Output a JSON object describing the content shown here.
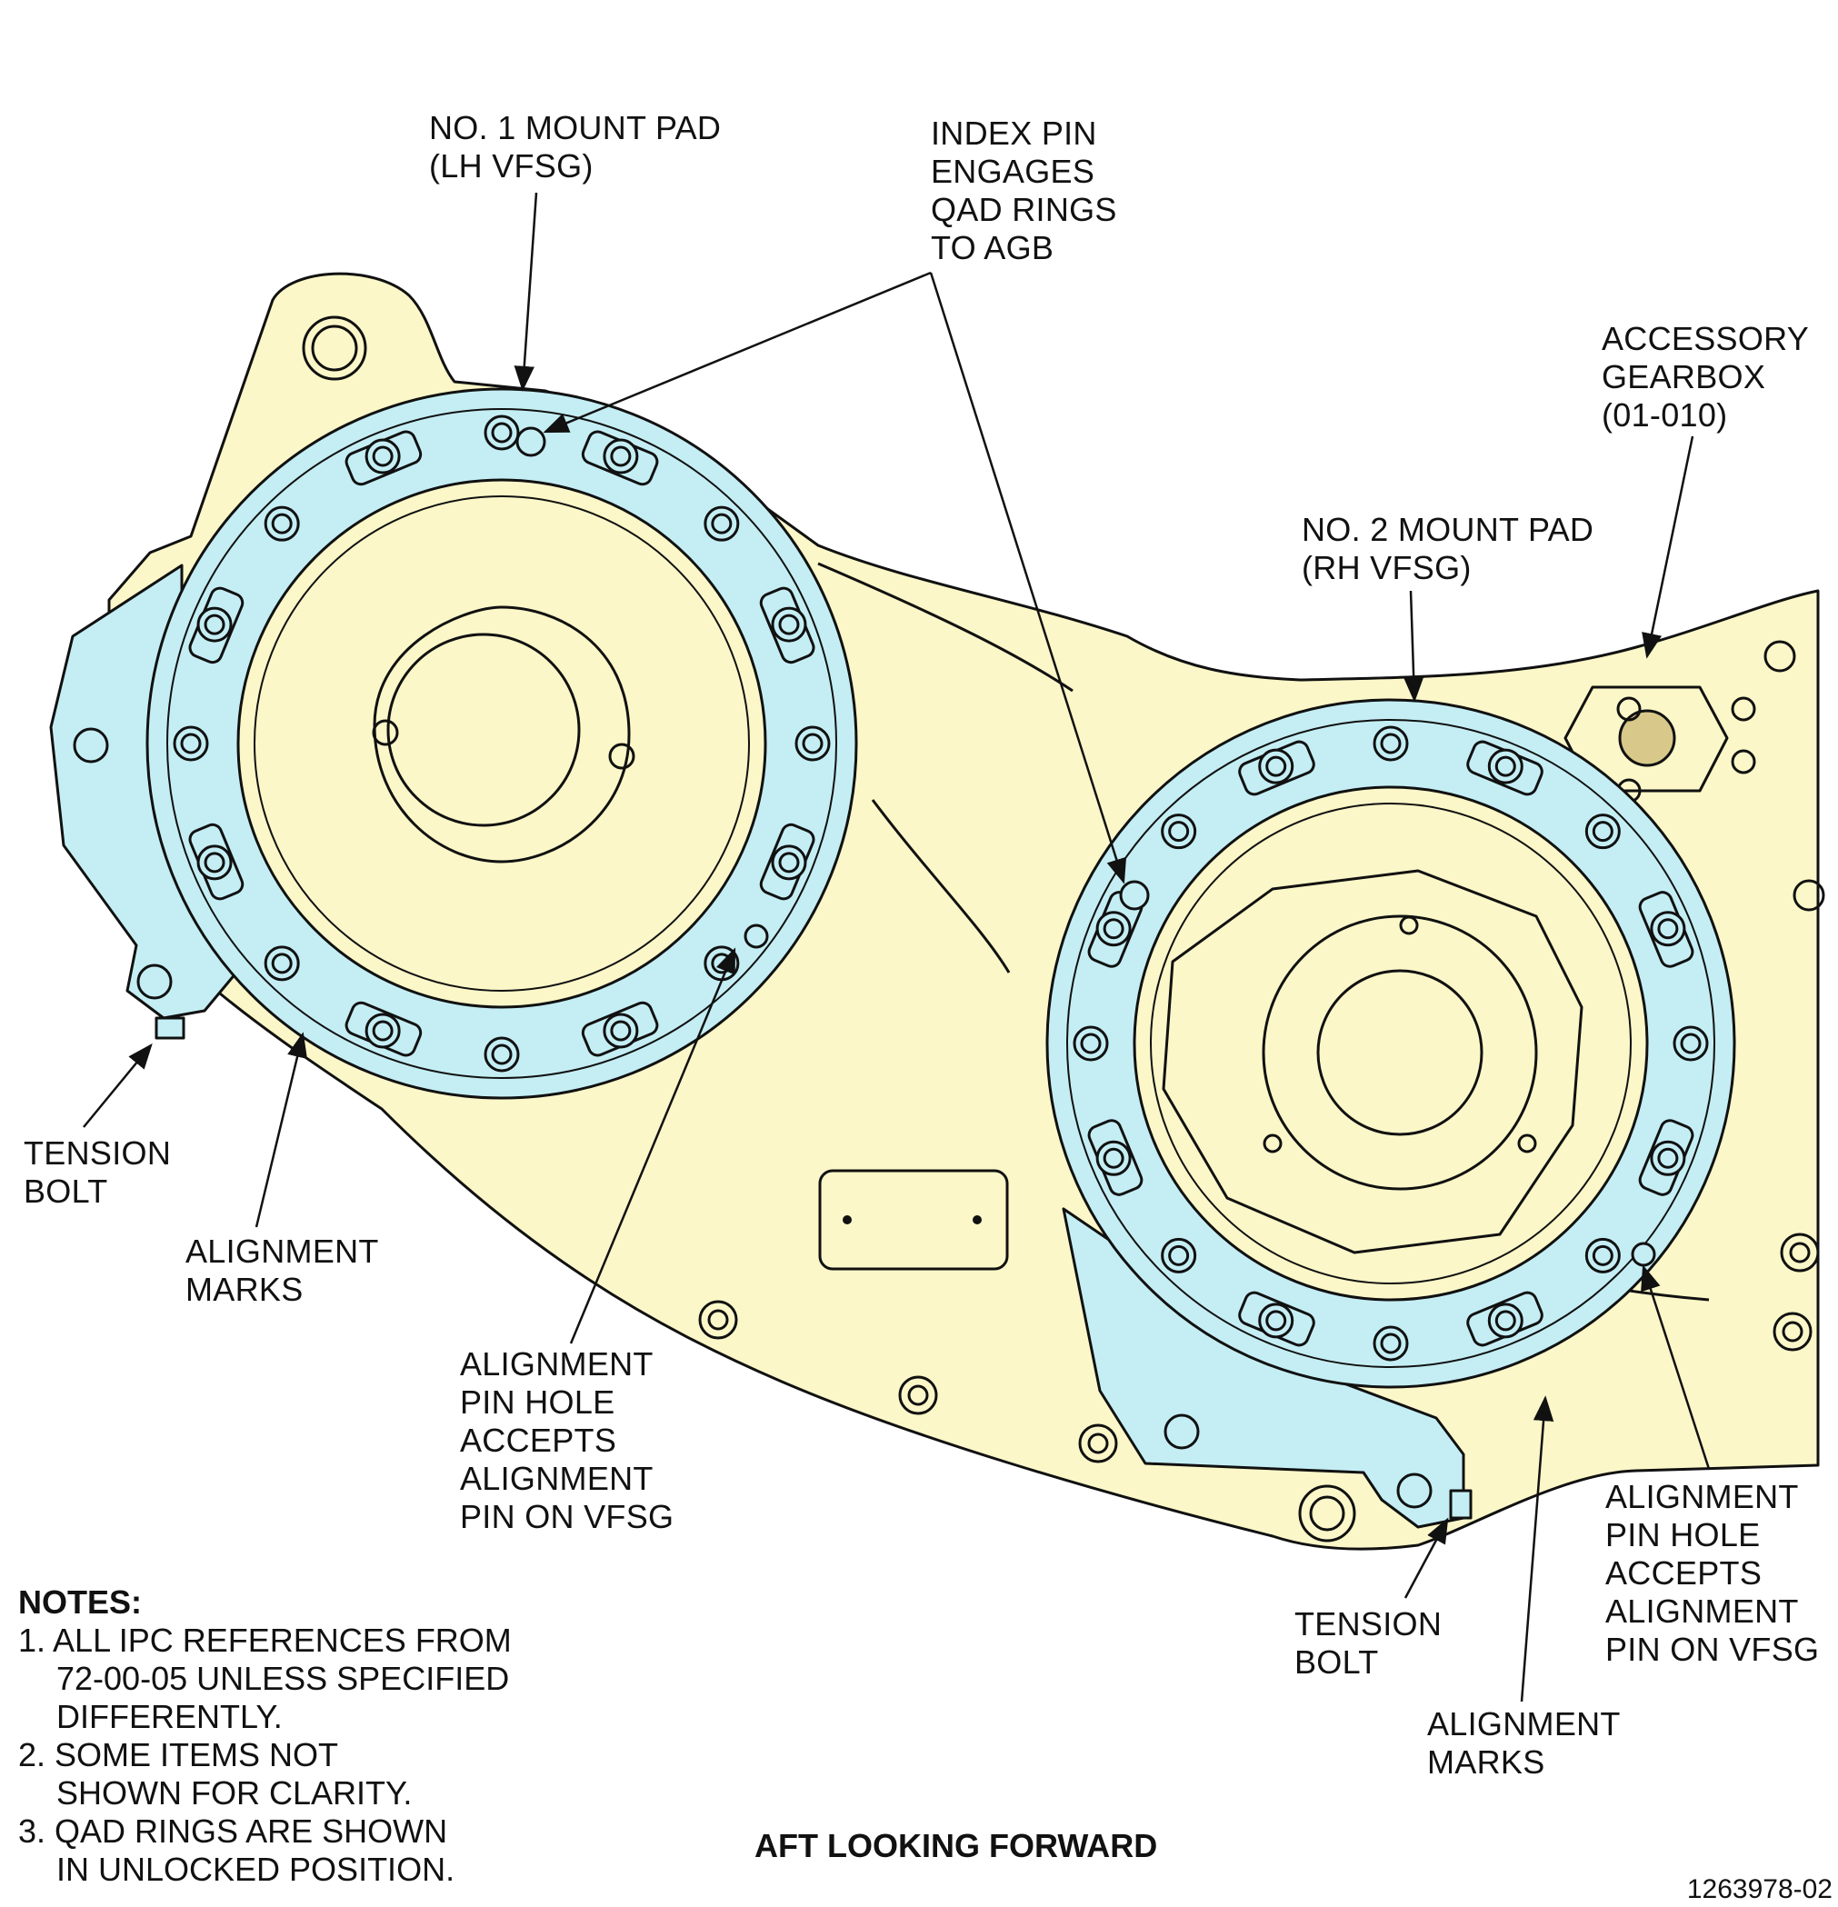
{
  "colors": {
    "gearbox_fill": "#fbf7c8",
    "ring_fill": "#c4eef4",
    "line": "#111111",
    "background": "#ffffff"
  },
  "labels": {
    "mount_pad_1": [
      "NO. 1 MOUNT PAD",
      "(LH VFSG)"
    ],
    "index_pin": [
      "INDEX PIN",
      "ENGAGES",
      "QAD RINGS",
      "TO AGB"
    ],
    "accessory_gearbox": [
      "ACCESSORY",
      "GEARBOX",
      "(01-010)"
    ],
    "mount_pad_2": [
      "NO. 2 MOUNT PAD",
      "(RH VFSG)"
    ],
    "tension_bolt_left": [
      "TENSION",
      "BOLT"
    ],
    "alignment_marks_left": [
      "ALIGNMENT",
      "MARKS"
    ],
    "alignment_pin_hole_left": [
      "ALIGNMENT",
      "PIN HOLE",
      "ACCEPTS",
      "ALIGNMENT",
      "PIN ON VFSG"
    ],
    "tension_bolt_right": [
      "TENSION",
      "BOLT"
    ],
    "alignment_marks_right": [
      "ALIGNMENT",
      "MARKS"
    ],
    "alignment_pin_hole_right": [
      "ALIGNMENT",
      "PIN HOLE",
      "ACCEPTS",
      "ALIGNMENT",
      "PIN ON VFSG"
    ]
  },
  "notes": {
    "title": "NOTES:",
    "items": [
      {
        "first": "1. ALL IPC REFERENCES FROM",
        "rest": [
          "72-00-05 UNLESS SPECIFIED",
          "DIFFERENTLY."
        ]
      },
      {
        "first": "2. SOME ITEMS NOT",
        "rest": [
          "SHOWN FOR CLARITY."
        ]
      },
      {
        "first": "3. QAD RINGS ARE SHOWN",
        "rest": [
          "IN UNLOCKED POSITION."
        ]
      }
    ]
  },
  "view_label": "AFT LOOKING FORWARD",
  "figure_number": "1263978-02"
}
